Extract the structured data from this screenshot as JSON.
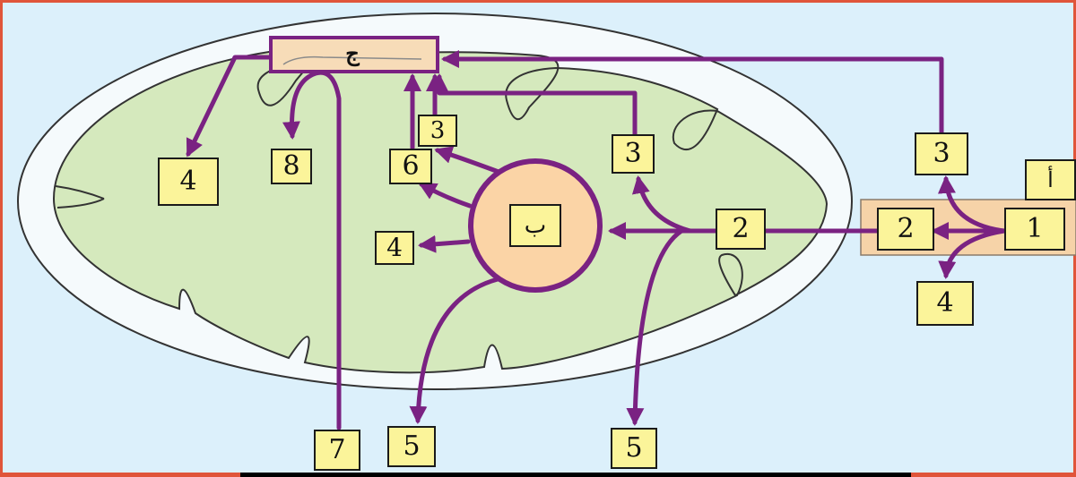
{
  "labels": {
    "a": "أ",
    "b": "ب",
    "j": "ج",
    "n1": "1",
    "n2": "2",
    "n3": "3",
    "n4": "4",
    "n5": "5",
    "n6": "6",
    "n7": "7",
    "n8": "8"
  },
  "colors": {
    "background": "#dcf0fb",
    "frame": "#e0553a",
    "matrix": "#d5e9bd",
    "membrane": "#f5fafc",
    "arrow": "#7a2282",
    "label_fill": "#fbf49a",
    "nucleus_fill": "#fbd4a6",
    "entry_box": "#f6d3a8"
  }
}
